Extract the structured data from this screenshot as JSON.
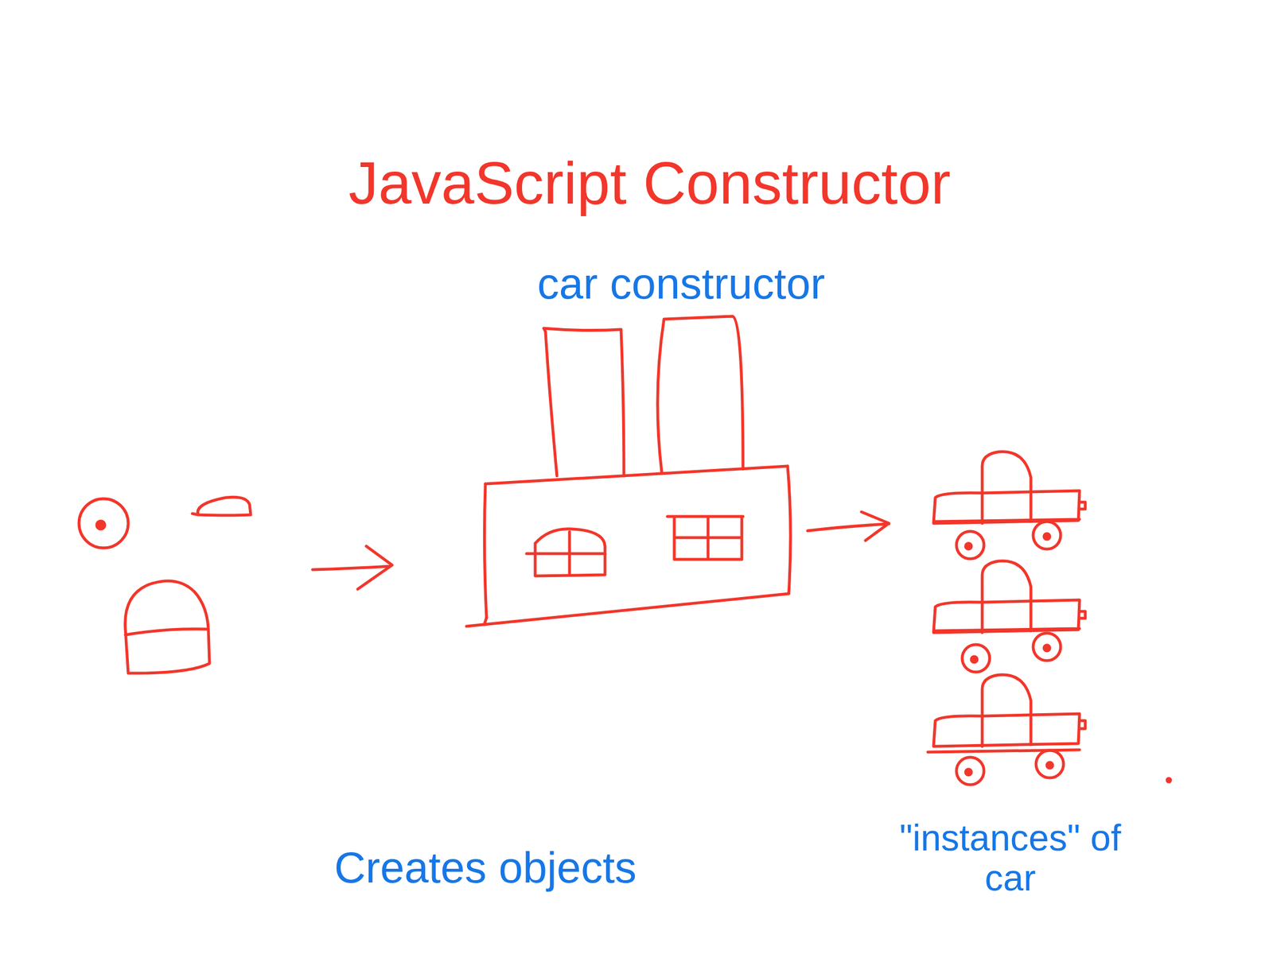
{
  "diagram": {
    "title": "JavaScript Constructor",
    "nodes": [
      {
        "text": [
          "car constructor"
        ]
      }
    ],
    "labels": [
      "Creates objects",
      "\"instances\" of car"
    ]
  }
}
